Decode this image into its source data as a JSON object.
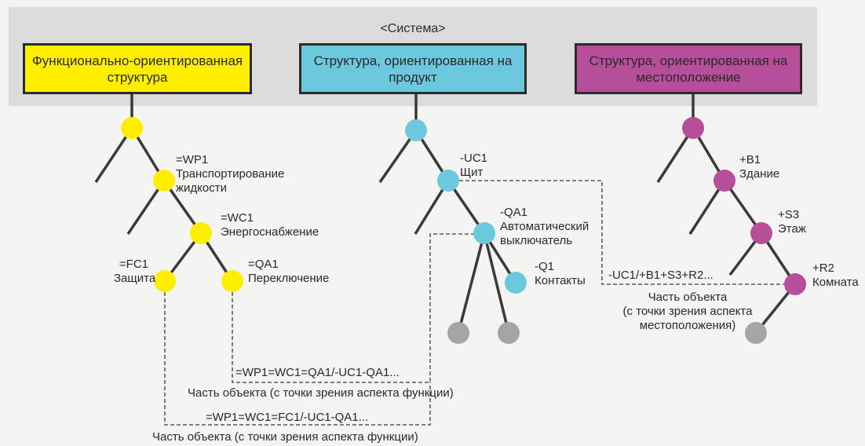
{
  "system_label": "<Система>",
  "colors": {
    "functional": "#ffee00",
    "product": "#6cc8dc",
    "location": "#b64e9a",
    "leaf": "#a5a5a5",
    "line": "#3a3a3a",
    "panel": "#dcdcdc"
  },
  "headers": {
    "functional": "Функционально-ориентированная структура",
    "product": "Структура, ориентированная на продукт",
    "location": "Структура, ориентированная на местоположение"
  },
  "functional_tree": {
    "wp1": {
      "code": "=WP1",
      "name": "Транспортирование жидкости"
    },
    "wc1": {
      "code": "=WC1",
      "name": "Энергоснабжение"
    },
    "fc1": {
      "code": "=FC1",
      "name": "Защита"
    },
    "qa1": {
      "code": "=QA1",
      "name": "Переключение"
    }
  },
  "product_tree": {
    "uc1": {
      "code": "-UC1",
      "name": "Щит"
    },
    "qa1": {
      "code": "-QA1",
      "name": "Автоматический выключатель"
    },
    "q1": {
      "code": "-Q1",
      "name": "Контакты"
    }
  },
  "location_tree": {
    "b1": {
      "code": "+B1",
      "name": "Здание"
    },
    "s3": {
      "code": "+S3",
      "name": "Этаж"
    },
    "r2": {
      "code": "+R2",
      "name": "Комната"
    }
  },
  "references": {
    "qa1_ref": "=WP1=WC1=QA1/-UC1-QA1...",
    "qa1_caption": "Часть объекта (с точки зрения аспекта функции)",
    "fc1_ref": "=WP1=WC1=FC1/-UC1-QA1...",
    "fc1_caption": "Часть объекта (с точки зрения аспекта функции)",
    "loc_ref": "-UC1/+B1+S3+R2...",
    "loc_caption_1": "Часть объекта",
    "loc_caption_2": "(с точки зрения аспекта",
    "loc_caption_3": "местоположения)"
  }
}
